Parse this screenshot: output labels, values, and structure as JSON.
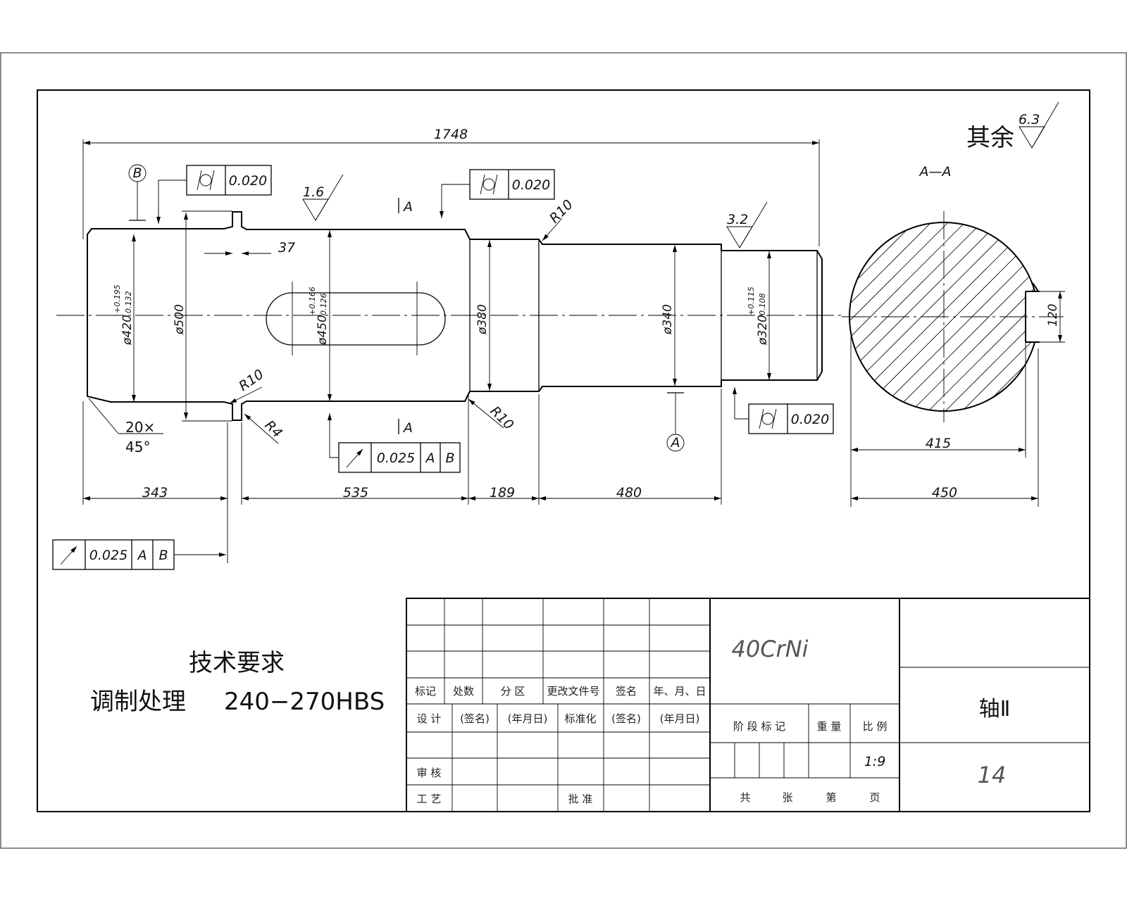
{
  "dimensions": {
    "overall_length": "1748",
    "seg_343": "343",
    "seg_535": "535",
    "seg_189": "189",
    "seg_480": "480",
    "collar_width": "37",
    "dia_420": "ø420",
    "dia_420_tol_upper": "+0.195",
    "dia_420_tol_lower": "0.132",
    "dia_500": "ø500",
    "dia_450": "ø450",
    "dia_450_tol_upper": "+0.166",
    "dia_450_tol_lower": "0.126",
    "dia_380": "ø380",
    "dia_340": "ø340",
    "dia_320": "ø320",
    "dia_320_tol_upper": "+0.115",
    "dia_320_tol_lower": "0.108",
    "radius_r10": "R10",
    "radius_r4": "R4",
    "chamfer_size": "20×",
    "chamfer_angle": "45°",
    "section_width": "415",
    "section_diameter": "450",
    "keyway_width": "120"
  },
  "surface_finish": {
    "general_prefix": "其余",
    "general_value": "6.3",
    "sf_1_6": "1.6",
    "sf_3_2": "3.2"
  },
  "section_label": "A—A",
  "section_ref": "A",
  "datums": {
    "a": "A",
    "b": "B"
  },
  "gdt": {
    "cyl_tol_value": "0.020",
    "runout_value": "0.025",
    "datum_ref_a": "A",
    "datum_ref_b": "B"
  },
  "notes": {
    "heading": "技术要求",
    "treatment": "调制处理",
    "hardness": "240−270HBS"
  },
  "title_block": {
    "material": "40CrNi",
    "part_name": "轴Ⅱ",
    "drawing_no": "14",
    "scale": "1:9",
    "rev_headers": [
      "标记",
      "处数",
      "分 区",
      "更改文件号",
      "签名",
      "年、月、日"
    ],
    "design": "设 计",
    "signature": "(签名)",
    "date": "(年月日)",
    "standardize": "标准化",
    "signature2": "(签名)",
    "date2": "(年月日)",
    "stage_mark": "阶 段 标 记",
    "weight": "重 量",
    "scale_label": "比 例",
    "review": "审 核",
    "process": "工 艺",
    "approve": "批 准",
    "sheets_total": "共",
    "sheets_unit": "张",
    "sheet_no": "第",
    "page": "页"
  }
}
